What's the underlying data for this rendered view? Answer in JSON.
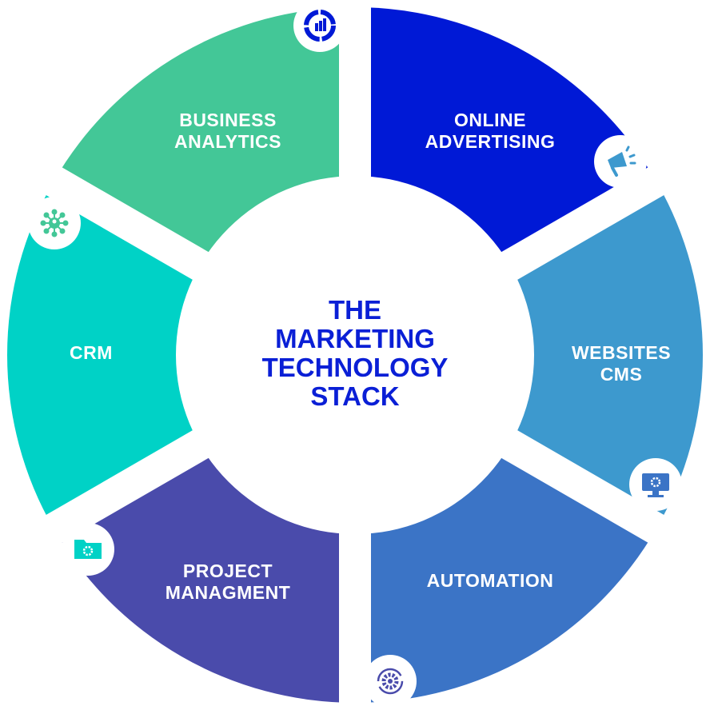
{
  "title": {
    "lines": [
      "THE",
      "MARKETING",
      "TECHNOLOGY",
      "STACK"
    ]
  },
  "colors": {
    "title": "#0a1fd6"
  },
  "segments": [
    {
      "id": "business-analytics",
      "lines": [
        "BUSINESS",
        "ANALYTICS"
      ],
      "color": "#0019d6",
      "icon": "chart-donut-icon"
    },
    {
      "id": "online-advertising",
      "lines": [
        "ONLINE",
        "ADVERTISING"
      ],
      "color": "#3d99ce",
      "icon": "megaphone-icon"
    },
    {
      "id": "websites-cms",
      "lines": [
        "WEBSITES",
        "CMS"
      ],
      "color": "#3b74c6",
      "icon": "monitor-gear-icon"
    },
    {
      "id": "automation",
      "lines": [
        "AUTOMATION"
      ],
      "color": "#4a4bab",
      "icon": "gear-cycle-icon"
    },
    {
      "id": "project-managment",
      "lines": [
        "PROJECT",
        "MANAGMENT"
      ],
      "color": "#00d2c6",
      "icon": "folder-gear-icon"
    },
    {
      "id": "crm",
      "lines": [
        "CRM"
      ],
      "color": "#43c797",
      "icon": "network-people-icon"
    }
  ]
}
